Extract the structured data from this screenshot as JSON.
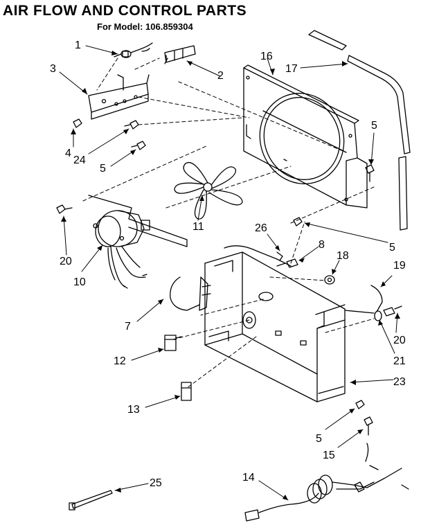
{
  "title": "AIR FLOW AND CONTROL PARTS",
  "model_line": "For Model: 106.859304",
  "callouts": {
    "c1": "1",
    "c2": "2",
    "c3": "3",
    "c4": "4",
    "c24": "24",
    "c5a": "5",
    "c16": "16",
    "c17": "17",
    "c5b": "5",
    "c11": "11",
    "c5c": "5",
    "c20a": "20",
    "c10": "10",
    "c26": "26",
    "c8": "8",
    "c18": "18",
    "c19": "19",
    "c7": "7",
    "c20b": "20",
    "c21": "21",
    "c12": "12",
    "c23": "23",
    "c13": "13",
    "c5d": "5",
    "c15": "15",
    "c25": "25",
    "c14": "14"
  },
  "parts": {
    "switch": "switch-connector",
    "bracket_plate": "mounting-plate",
    "fan_orifice": "fan-shroud",
    "seal": "foam-seal",
    "fan_blade": "fan-blade",
    "motor": "fan-motor",
    "control_box": "control-box",
    "capacitor": "capacitor",
    "relay": "relay",
    "cord": "power-cord",
    "tie": "cable-tie"
  }
}
